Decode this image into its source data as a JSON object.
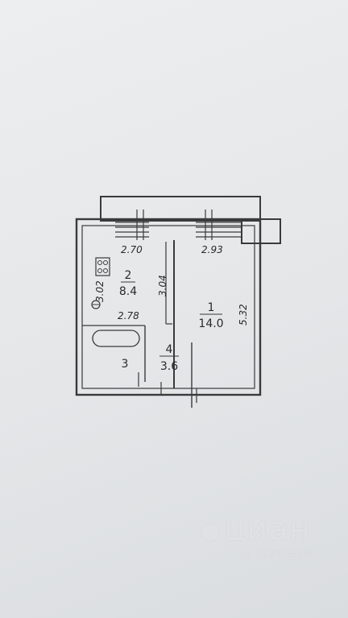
{
  "rooms": [
    {
      "id": "room-1",
      "number": "1",
      "area": "14.0"
    },
    {
      "id": "room-2",
      "number": "2",
      "area": "8.4"
    },
    {
      "id": "room-3",
      "number": "3",
      "area": ""
    },
    {
      "id": "room-4",
      "number": "4",
      "area": "3.6"
    }
  ],
  "dimensions": {
    "room2_width": "2.70",
    "room1_width": "2.93",
    "room2_height": "3.02",
    "partition_length": "3.04",
    "corridor_width": "2.78",
    "room1_height": "5.32"
  },
  "watermark": {
    "brand": "циан",
    "code": "ID 15902418"
  }
}
